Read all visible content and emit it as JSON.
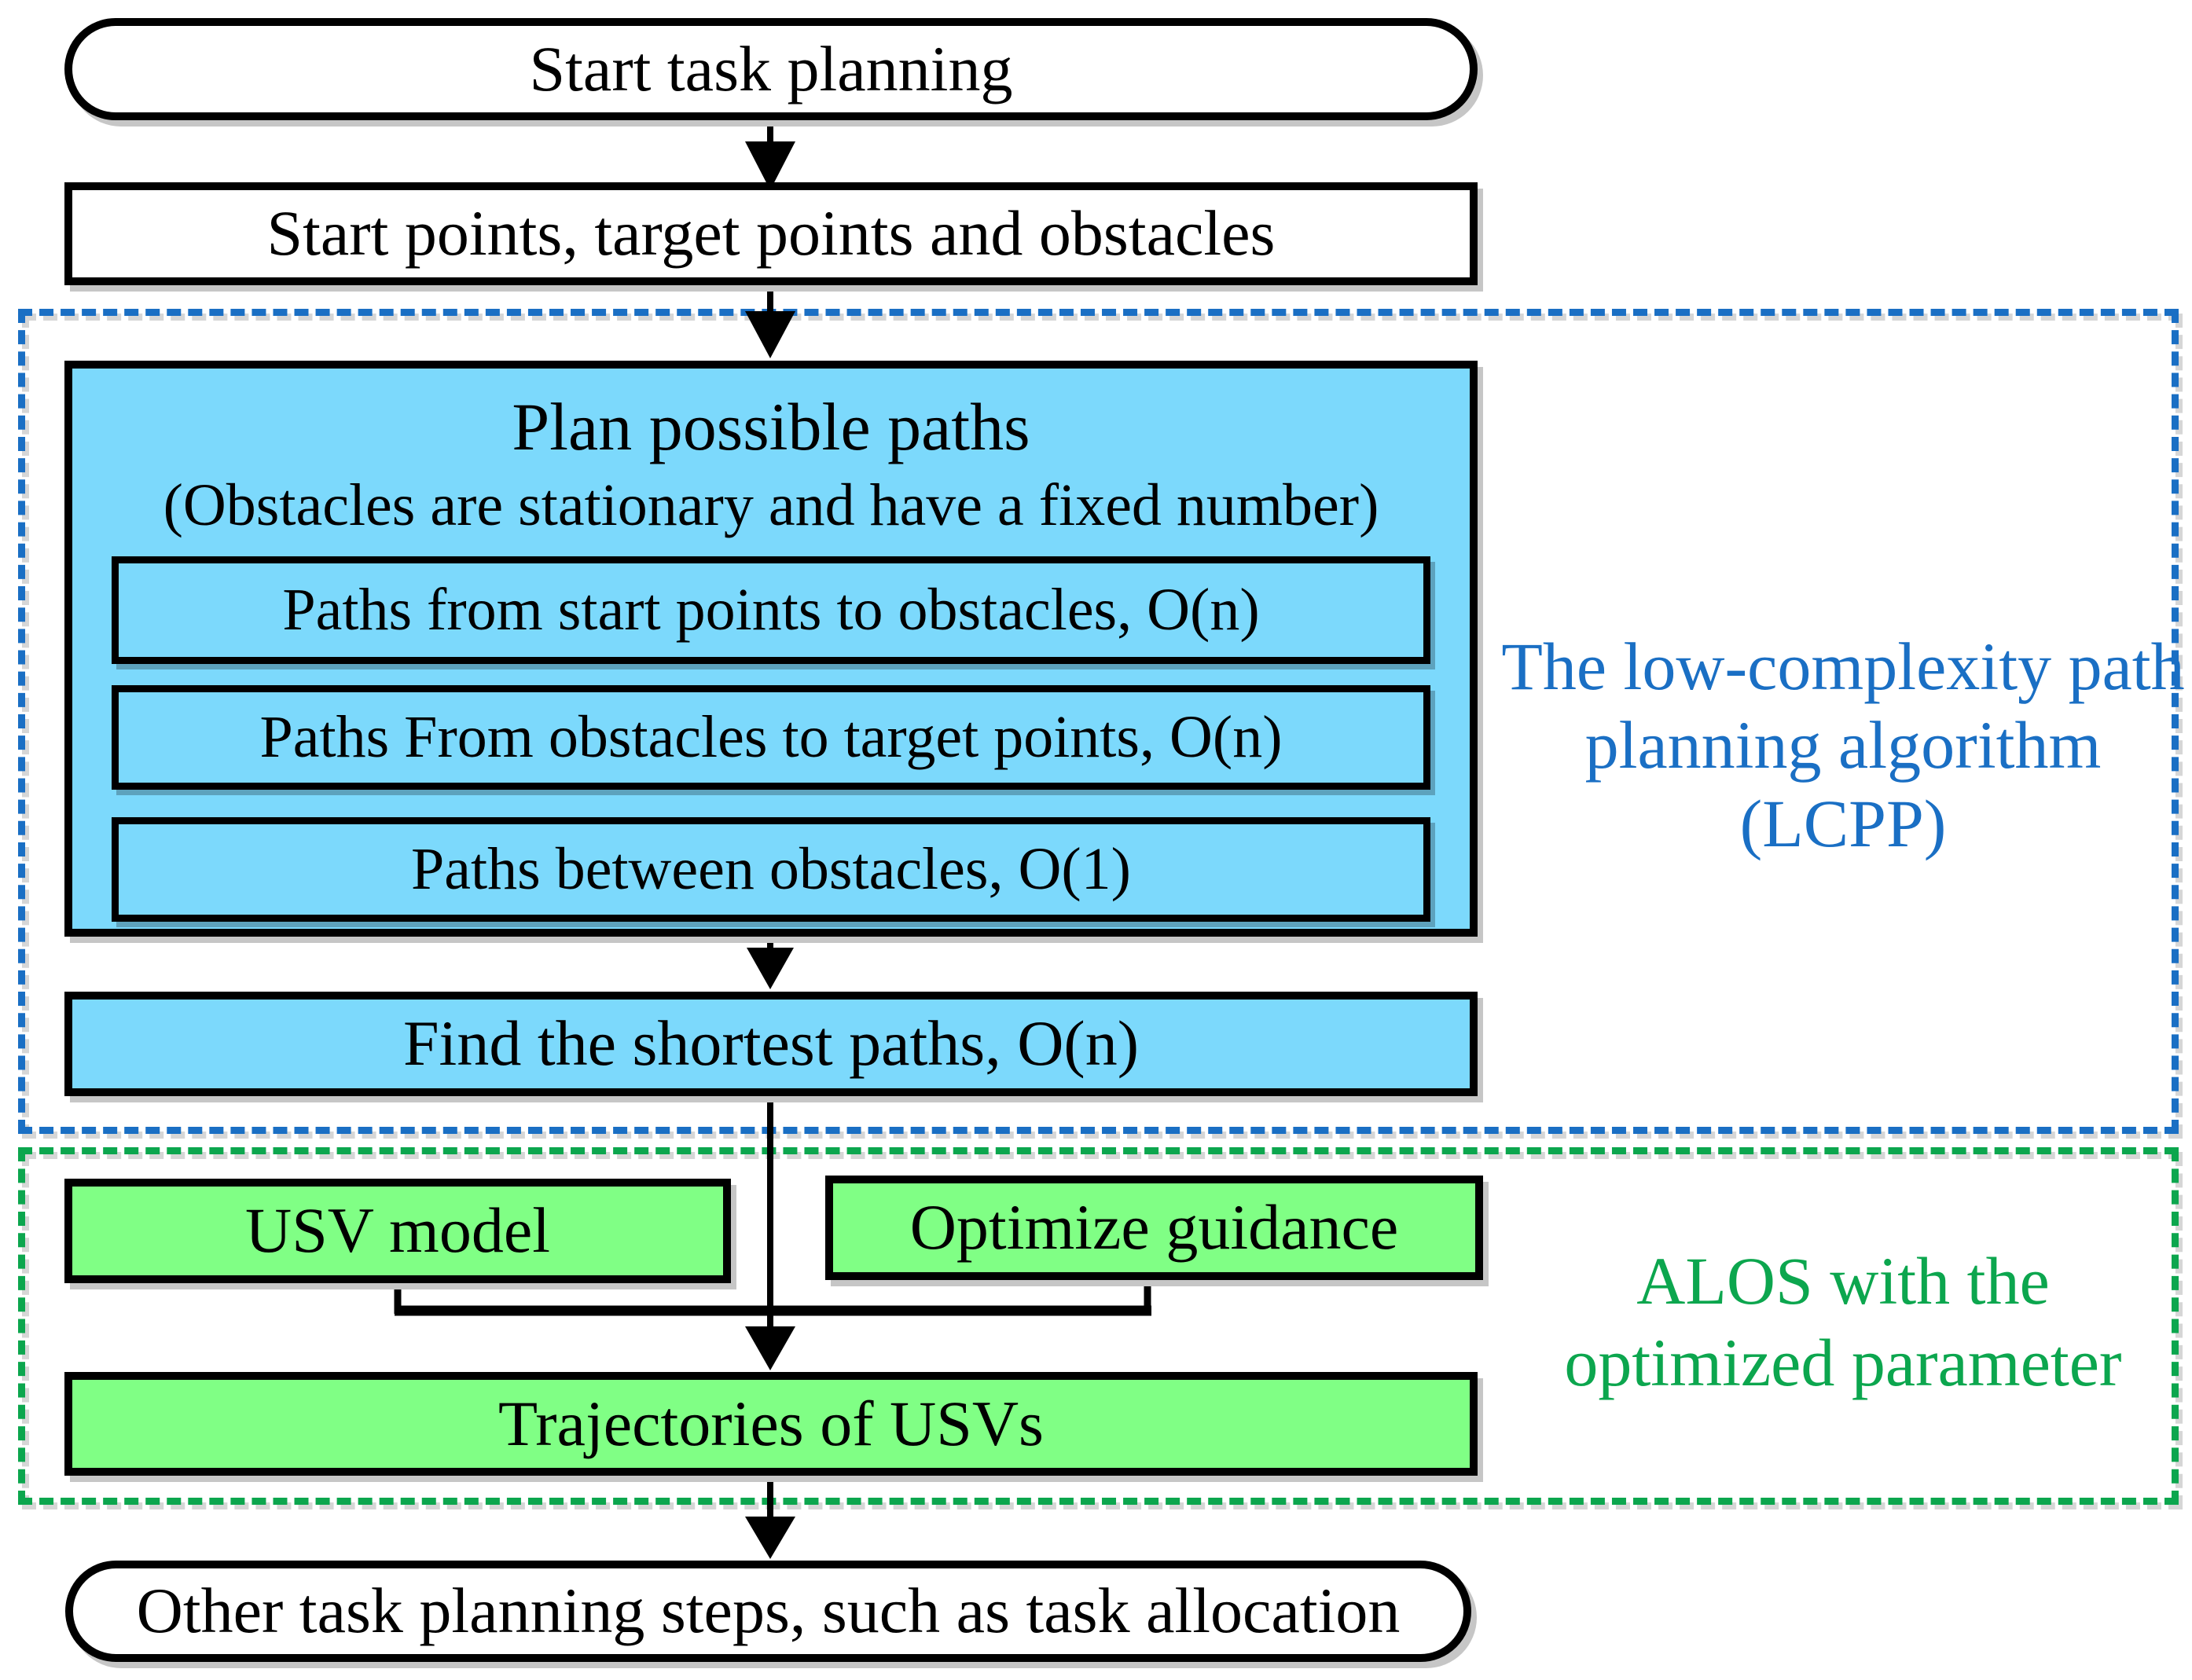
{
  "flowchart": {
    "nodes": {
      "start": "Start task planning",
      "inputs": "Start points, target points and obstacles",
      "plan_title": "Plan possible paths",
      "plan_subtitle": "(Obstacles are stationary and have a fixed number)",
      "plan_steps": [
        "Paths from start points to obstacles, O(n)",
        "Paths From obstacles to target points, O(n)",
        "Paths between obstacles, O(1)"
      ],
      "find_shortest": "Find the shortest paths, O(n)",
      "usv_model": "USV model",
      "optimize_guidance": "Optimize guidance",
      "trajectories": "Trajectories of USVs",
      "end": "Other task planning steps, such as task allocation"
    },
    "regions": {
      "lcpp": {
        "label": "The low-complexity path planning algorithm (LCPP)",
        "label_lines": [
          "The low-complexity path",
          "planning algorithm",
          "(LCPP)"
        ],
        "color": "#1a6fc4"
      },
      "alos": {
        "label": "ALOS with the optimized parameter",
        "label_lines": [
          "ALOS with the",
          "optimized parameter"
        ],
        "color": "#0ca64e"
      }
    },
    "colors": {
      "process_blue_fill": "#7cd9fc",
      "process_green_fill": "#80ff85",
      "terminal_fill": "#ffffff",
      "outline": "#000000",
      "lcpp_accent": "#1a6fc4",
      "alos_accent": "#0ca64e"
    }
  }
}
